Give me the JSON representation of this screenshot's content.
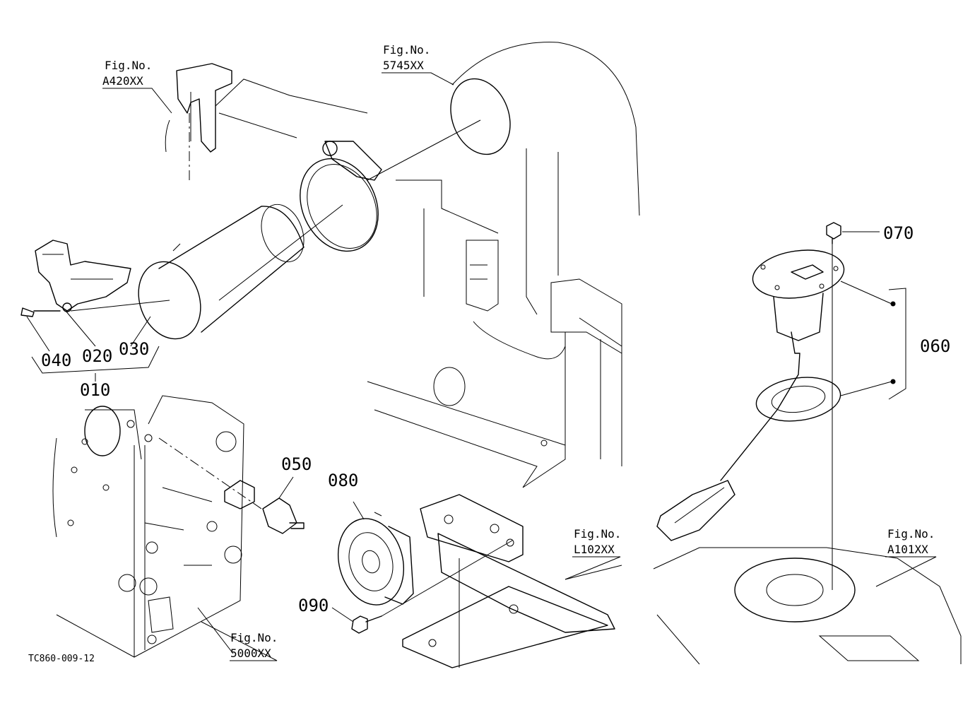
{
  "parts": {
    "p010": "010",
    "p020": "020",
    "p030": "030",
    "p040": "040",
    "p050": "050",
    "p060": "060",
    "p070": "070",
    "p080": "080",
    "p090": "090"
  },
  "figrefs": {
    "fig_a420": {
      "line1": "Fig.No.",
      "line2": "A420XX"
    },
    "fig_5745": {
      "line1": "Fig.No.",
      "line2": "5745XX"
    },
    "fig_l102": {
      "line1": "Fig.No.",
      "line2": "L102XX"
    },
    "fig_a101": {
      "line1": "Fig.No.",
      "line2": "A101XX"
    },
    "fig_5000": {
      "line1": "Fig.No.",
      "line2": "5000XX"
    }
  },
  "drawing_code": "TC860-009-12"
}
